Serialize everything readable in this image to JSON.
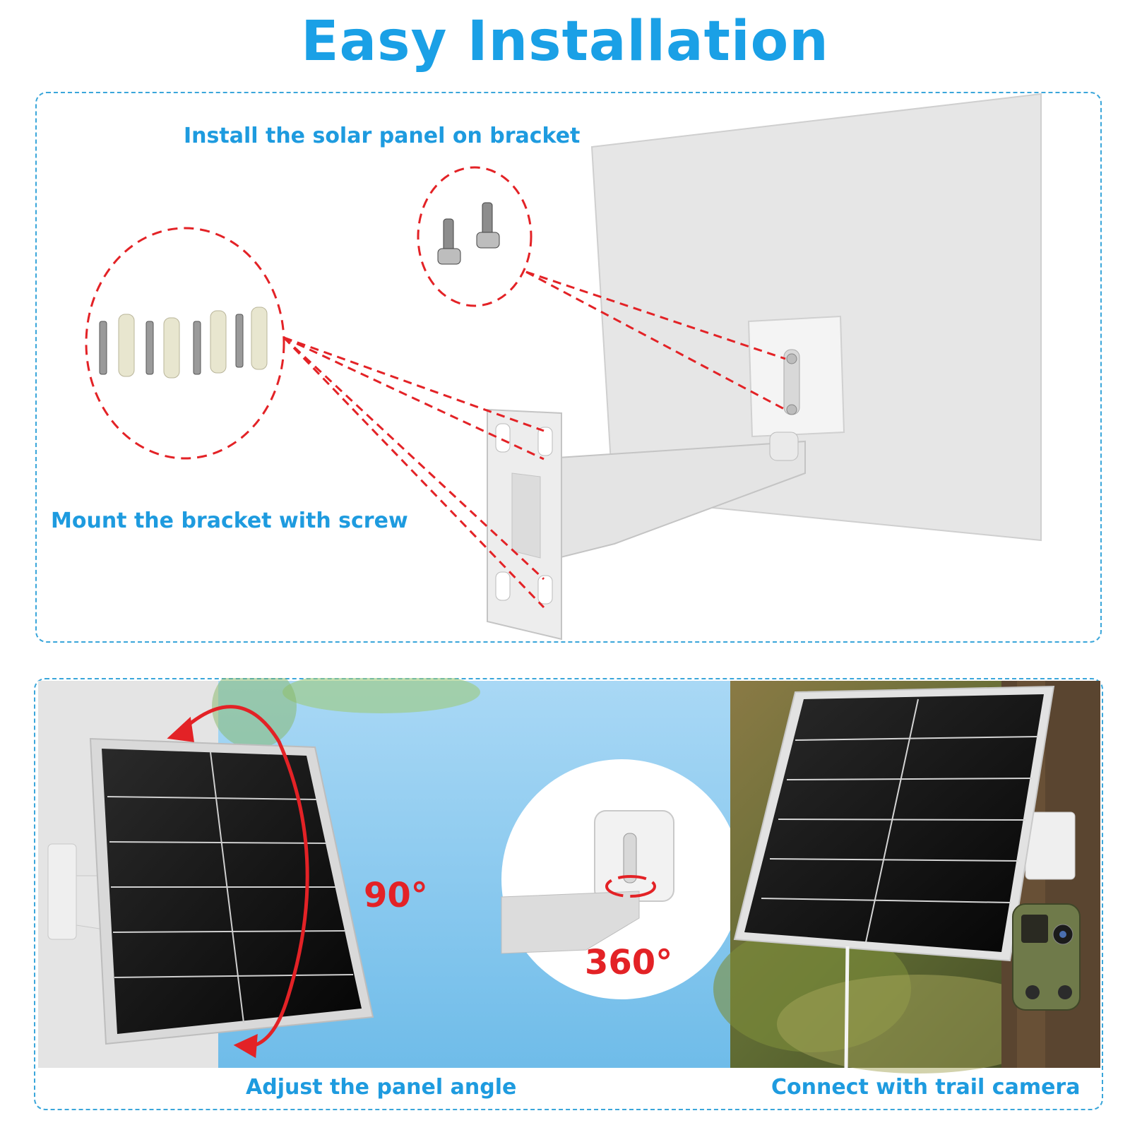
{
  "title": "Easy Installation",
  "top_panel": {
    "caption_panel": "Install the solar panel on bracket",
    "caption_bracket": "Mount the bracket with screw"
  },
  "bottom_panel": {
    "caption_adjust": "Adjust the panel angle",
    "caption_connect": "Connect with trail camera",
    "angle_tilt": "90°",
    "angle_rotate": "360°"
  },
  "colors": {
    "accent": "#1aa0e6",
    "dashed_border": "#3aa6da",
    "callout_red": "#e32226",
    "panel_white": "#e6e6e6",
    "solar_cell": "#0d0d0d"
  },
  "icons": [
    "screw-kit-icon",
    "panel-screws-icon",
    "bracket-icon",
    "solar-panel-icon",
    "trail-camera-icon",
    "rotate-arrow-icon"
  ]
}
